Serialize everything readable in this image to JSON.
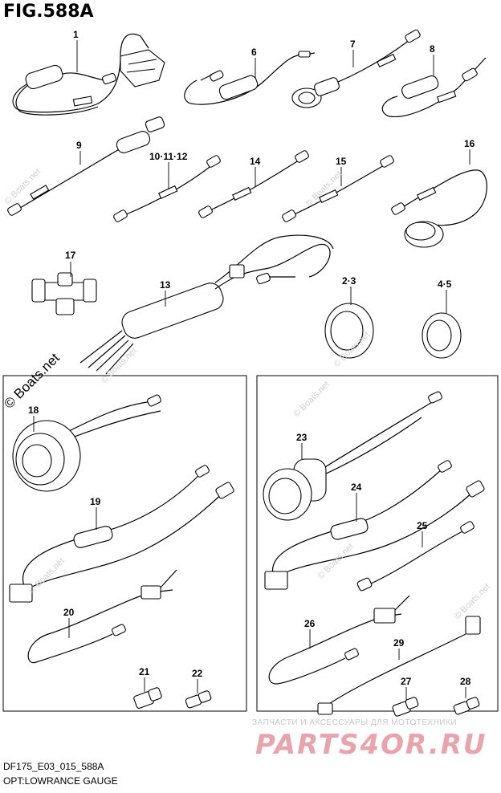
{
  "figure": {
    "title": "FIG.588A",
    "footer_code": "DF175_E03_015_588A",
    "footer_caption": "OPT:LOWRANCE GAUGE"
  },
  "callouts": [
    {
      "id": "c1",
      "text": "1"
    },
    {
      "id": "c6",
      "text": "6"
    },
    {
      "id": "c7",
      "text": "7"
    },
    {
      "id": "c8",
      "text": "8"
    },
    {
      "id": "c9",
      "text": "9"
    },
    {
      "id": "c10",
      "text": "10·11·12"
    },
    {
      "id": "c14",
      "text": "14"
    },
    {
      "id": "c15",
      "text": "15"
    },
    {
      "id": "c16",
      "text": "16"
    },
    {
      "id": "c17",
      "text": "17"
    },
    {
      "id": "c13",
      "text": "13"
    },
    {
      "id": "c23a",
      "text": "2·3"
    },
    {
      "id": "c45",
      "text": "4·5"
    },
    {
      "id": "c18",
      "text": "18"
    },
    {
      "id": "c19",
      "text": "19"
    },
    {
      "id": "c20",
      "text": "20"
    },
    {
      "id": "c21",
      "text": "21"
    },
    {
      "id": "c22",
      "text": "22"
    },
    {
      "id": "c23",
      "text": "23"
    },
    {
      "id": "c24",
      "text": "24"
    },
    {
      "id": "c25",
      "text": "25"
    },
    {
      "id": "c26",
      "text": "26"
    },
    {
      "id": "c27",
      "text": "27"
    },
    {
      "id": "c28",
      "text": "28"
    },
    {
      "id": "c29",
      "text": "29"
    }
  ],
  "watermarks": {
    "boats": "© Boats.net",
    "boats_large": "© Boats.net"
  },
  "branding": {
    "tagline": "ЗАПЧАСТИ И АКСЕССУАРЫ ДЛЯ МОТОТЕХНИКИ",
    "logo": "PARTS4OR.RU"
  }
}
